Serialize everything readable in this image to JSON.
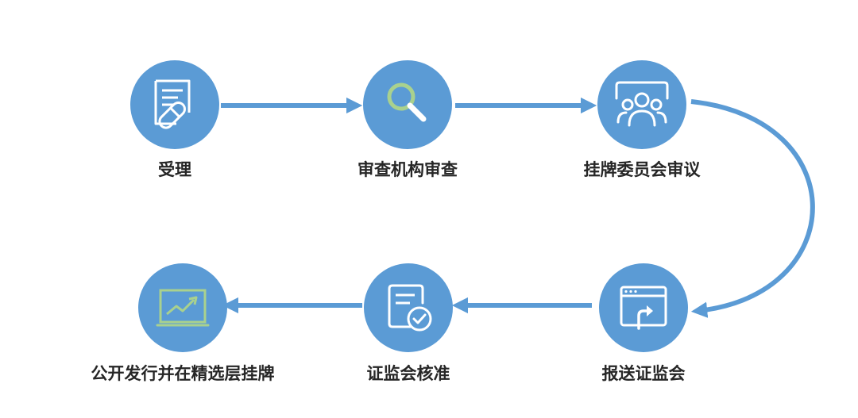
{
  "colors": {
    "circle": "#5b9bd5",
    "arrow": "#5b9bd5",
    "icon_stroke": "#ffffff",
    "icon_accent": "#a9d18e",
    "label_text": "#262626"
  },
  "steps": [
    {
      "label": "受理",
      "icon": "document-pen-icon"
    },
    {
      "label": "审查机构审查",
      "icon": "magnifier-icon"
    },
    {
      "label": "挂牌委员会审议",
      "icon": "committee-people-icon"
    },
    {
      "label": "报送证监会",
      "icon": "upload-window-icon"
    },
    {
      "label": "证监会核准",
      "icon": "approved-document-icon"
    },
    {
      "label": "公开发行并在精选层挂牌",
      "icon": "stock-chart-monitor-icon"
    }
  ]
}
